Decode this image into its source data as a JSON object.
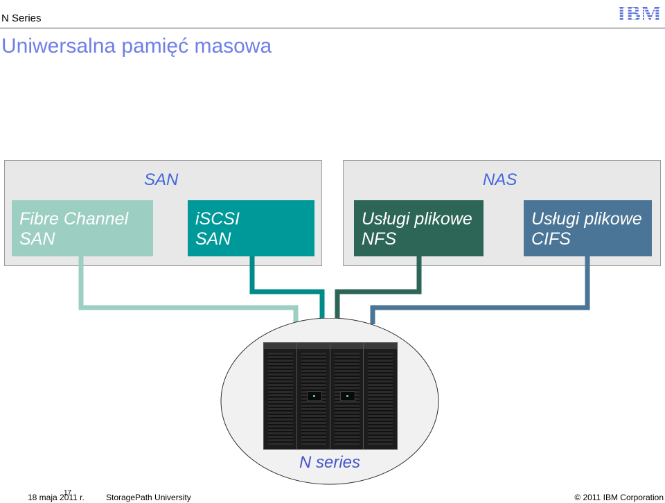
{
  "header": {
    "series": "N Series",
    "logo_text": "IBM"
  },
  "title": "Uniwersalna pamięć masowa",
  "groups": {
    "san": "SAN",
    "nas": "NAS"
  },
  "protocols": [
    {
      "line1": "Fibre Channel",
      "line2": "SAN",
      "color": "#9ccfc1"
    },
    {
      "line1": "iSCSI",
      "line2": "SAN",
      "color": "#009999"
    },
    {
      "line1": "Usługi plikowe",
      "line2": "NFS",
      "color": "#2d6656"
    },
    {
      "line1": "Usługi plikowe",
      "line2": "CIFS",
      "color": "#4b7596"
    }
  ],
  "storage": {
    "label": "N series"
  },
  "footer": {
    "date": "18 maja 2011 r.",
    "slide_number": "17",
    "center": "StoragePath University",
    "copyright": "© 2011 IBM Corporation"
  }
}
